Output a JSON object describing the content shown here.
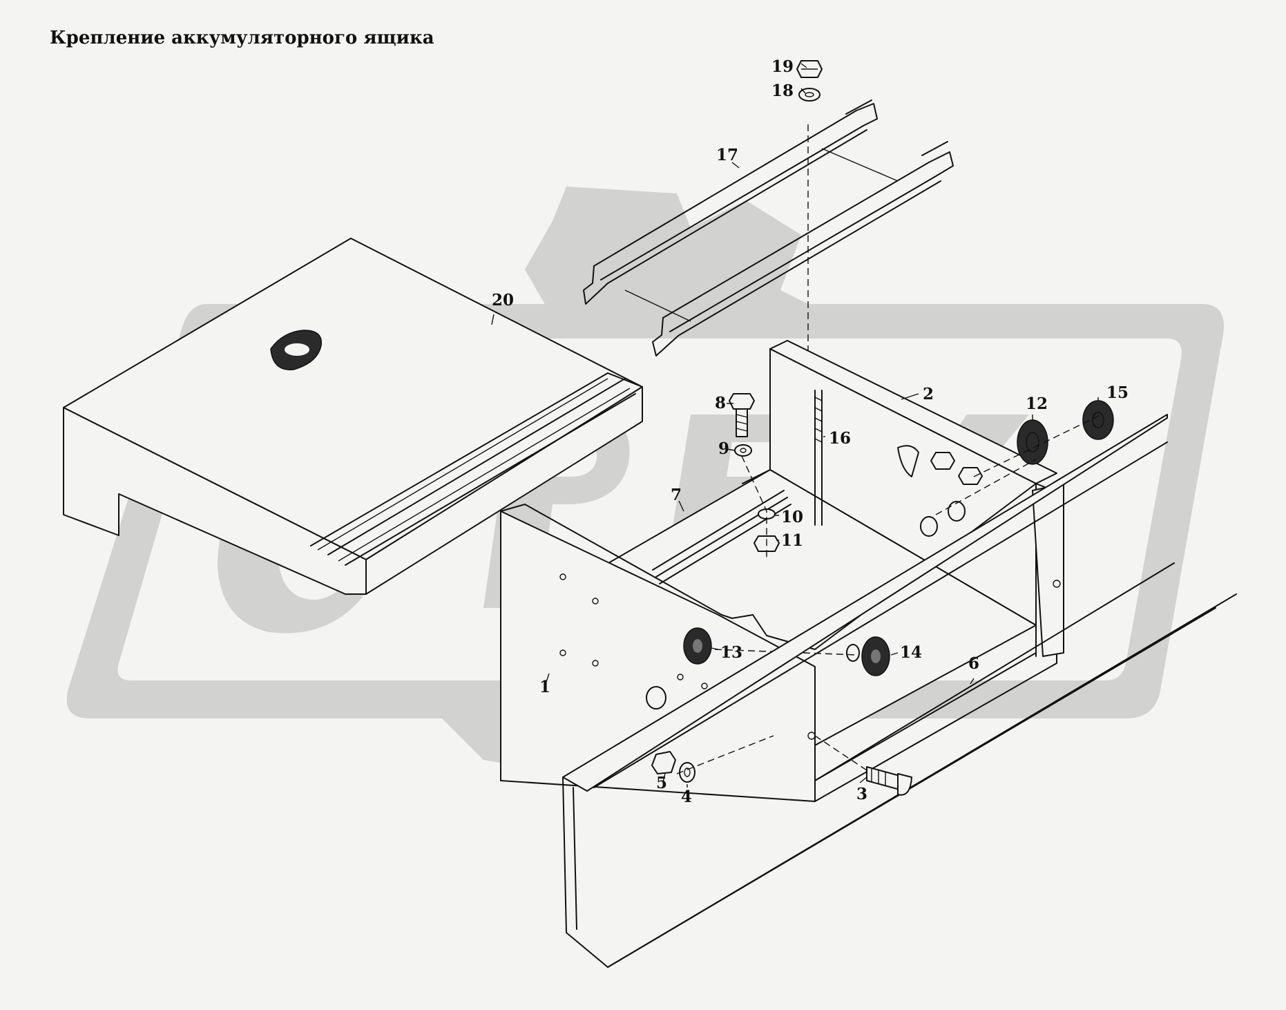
{
  "title": "Крепление аккумуляторного ящика",
  "labels": [
    "1",
    "2",
    "3",
    "4",
    "5",
    "6",
    "7",
    "8",
    "9",
    "10",
    "11",
    "12",
    "13",
    "14",
    "15",
    "16",
    "17",
    "18",
    "19",
    "20"
  ],
  "watermark": "ОРЕХ",
  "colors": {
    "background": "#f4f4f2",
    "watermark": "#d2d2d0",
    "lines": "#111111"
  }
}
